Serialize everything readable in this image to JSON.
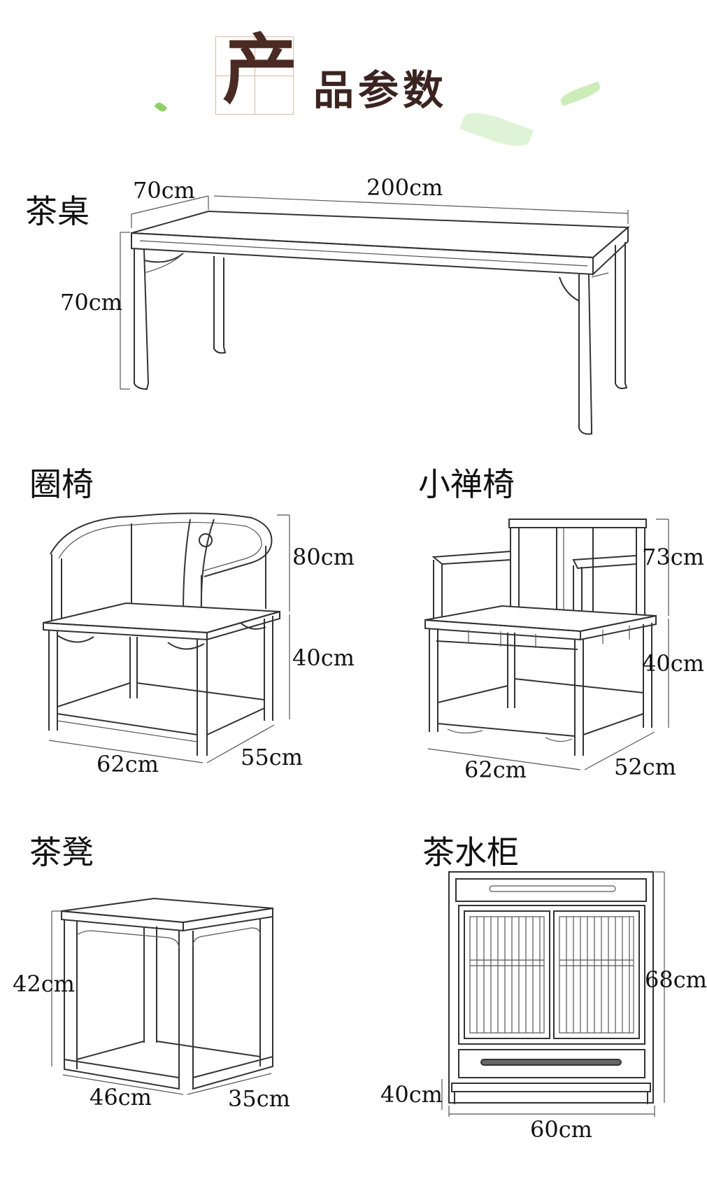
{
  "header": {
    "big_char": "产",
    "rest": "品参数",
    "accent_color": "#4a2a22",
    "leaf_color": "#8fcf6a"
  },
  "items": {
    "tea_table": {
      "name": "茶桌",
      "depth": "70cm",
      "length": "200cm",
      "height": "70cm"
    },
    "round_chair": {
      "name": "圈椅",
      "back_height": "80cm",
      "seat_height": "40cm",
      "width": "62cm",
      "depth": "55cm"
    },
    "zen_chair": {
      "name": "小禅椅",
      "back_height": "73cm",
      "seat_height": "40cm",
      "width": "62cm",
      "depth": "52cm"
    },
    "tea_stool": {
      "name": "茶凳",
      "height": "42cm",
      "width": "46cm",
      "depth": "35cm"
    },
    "tea_cabinet": {
      "name": "茶水柜",
      "height": "68cm",
      "depth": "40cm",
      "width": "60cm"
    }
  }
}
